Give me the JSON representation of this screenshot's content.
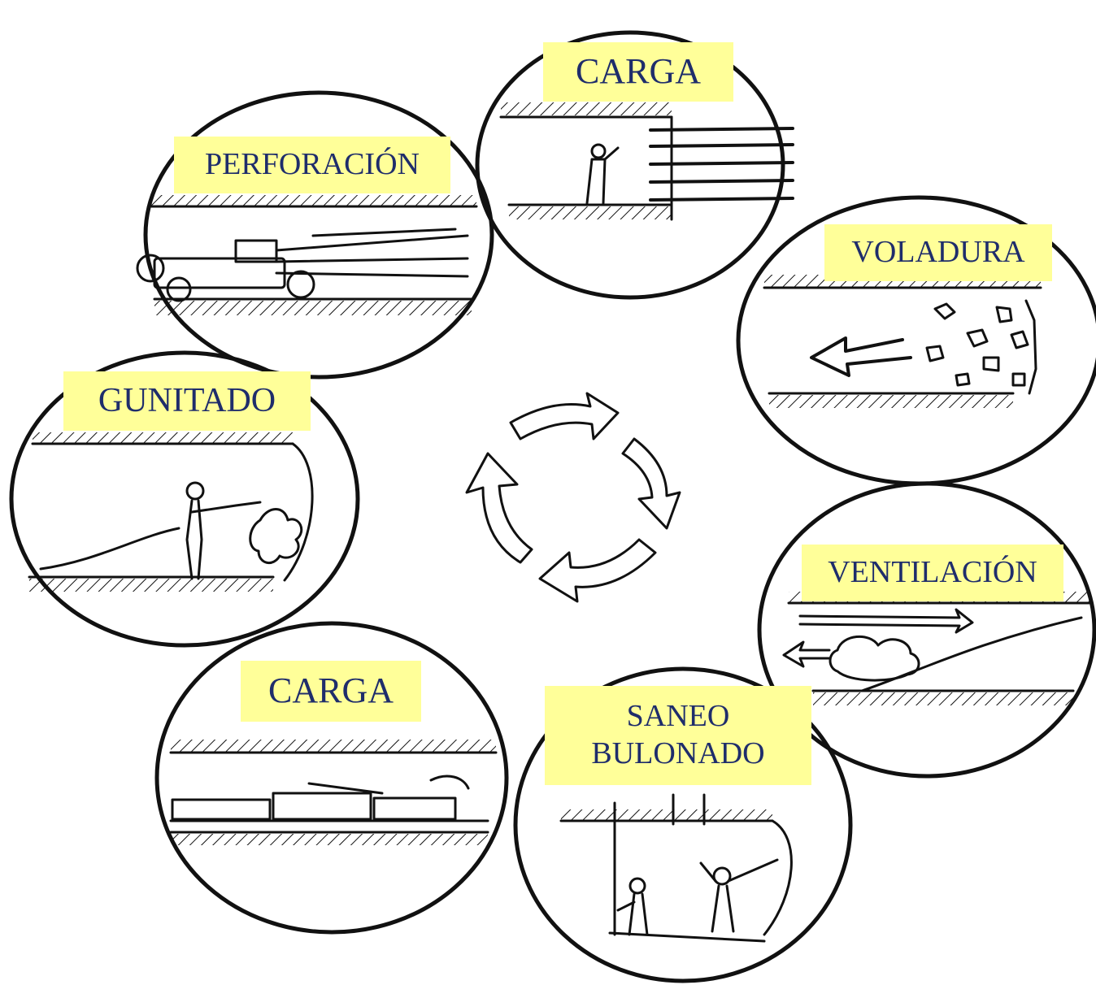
{
  "stages": {
    "carga_top": "CARGA",
    "perforacion": "PERFORACIÓN",
    "voladura": "VOLADURA",
    "gunitado": "GUNITADO",
    "ventilacion": "VENTILACIÓN",
    "carga_bottom": "CARGA",
    "saneo_line1": "SANEO",
    "saneo_line2": "BULONADO"
  },
  "colors": {
    "label_background": "#ffff99",
    "label_text": "#1f2d6b",
    "ink": "#111111"
  }
}
